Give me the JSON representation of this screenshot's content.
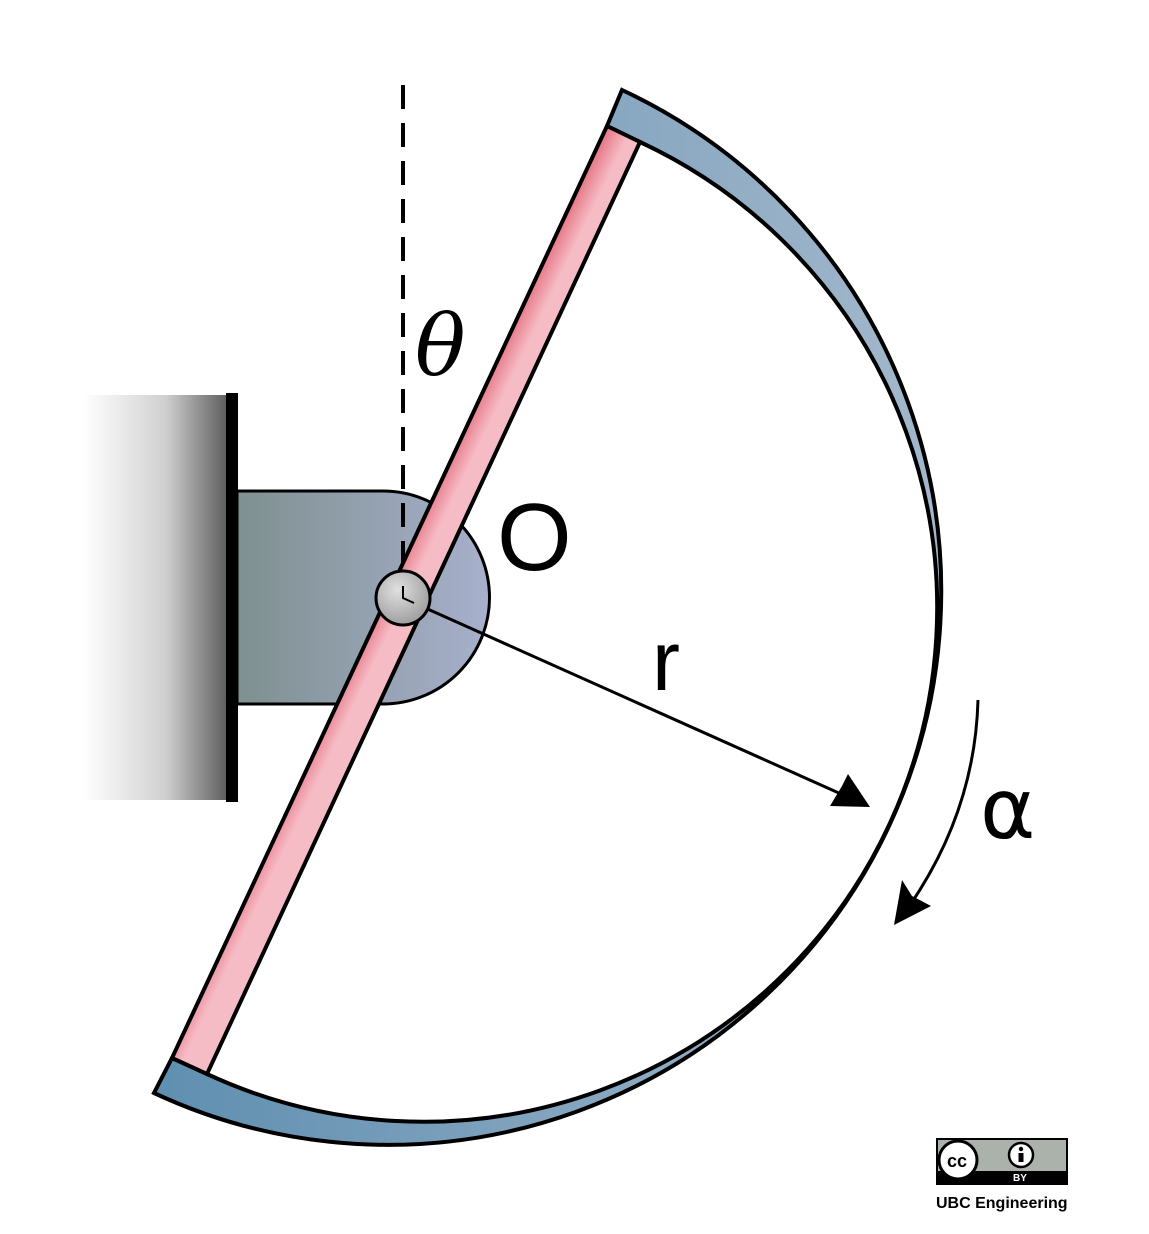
{
  "labels": {
    "angle_theta": "θ",
    "pivot": "O",
    "radius": "r",
    "angular_acceleration": "α"
  },
  "license": {
    "cc_text": "cc",
    "by_text": "BY",
    "credit": "UBC Engineering"
  },
  "colors": {
    "rim_dark": "#5f8fb0",
    "rim_light": "#a4b8cc",
    "rod_dark": "#e06070",
    "rod_light": "#f6bcc6",
    "bracket_dark": "#7e9090",
    "bracket_light": "#a8b0cc",
    "wall_dark": "#555555",
    "pin": "#b5b5b5"
  }
}
